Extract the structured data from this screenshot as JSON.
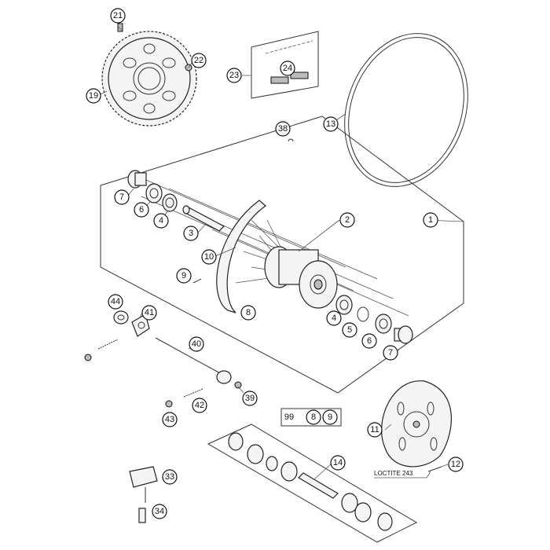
{
  "callouts": {
    "c1": "1",
    "c2": "2",
    "c3": "3",
    "c4a": "4",
    "c4b": "4",
    "c5": "5",
    "c6a": "6",
    "c6b": "6",
    "c7a": "7",
    "c7b": "7",
    "c8": "8",
    "c9": "9",
    "c10": "10",
    "c11": "11",
    "c12": "12",
    "c13": "13",
    "c14": "14",
    "c19": "19",
    "c21": "21",
    "c22": "22",
    "c23": "23",
    "c24": "24",
    "c33": "33",
    "c34": "34",
    "c38": "38",
    "c39": "39",
    "c40": "40",
    "c41": "41",
    "c42": "42",
    "c43": "43",
    "c44": "44"
  },
  "kit": {
    "k99": "99",
    "k8": "8",
    "k9": "9"
  },
  "note": {
    "loctite": "LOCTITE 243"
  }
}
